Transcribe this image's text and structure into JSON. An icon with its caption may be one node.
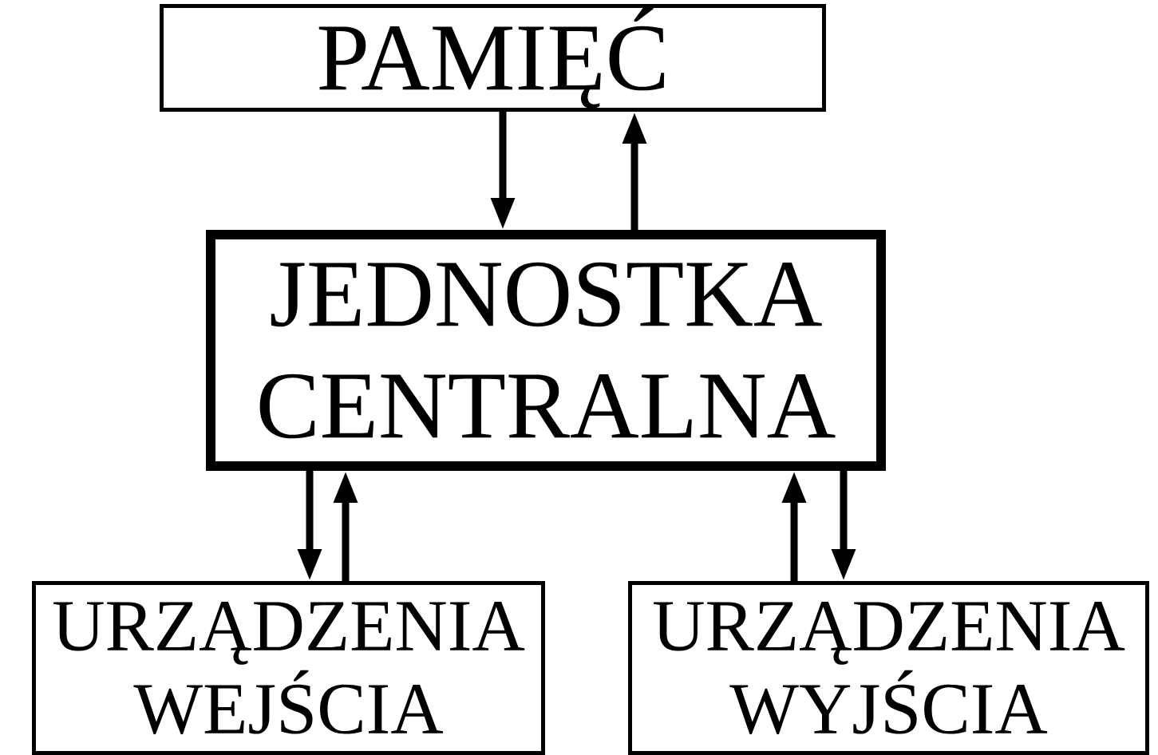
{
  "diagram": {
    "nodes": [
      {
        "text": [
          "PAMIĘĆ"
        ]
      },
      {
        "text": [
          "JEDNOSTKA CENTRALNA"
        ]
      },
      {
        "text": [
          "URZĄDZENIA WEJŚCIA"
        ]
      },
      {
        "text": [
          "URZĄDZENIA WYJŚCIA"
        ]
      }
    ],
    "edges": [
      {
        "from": 0,
        "to": 1,
        "arrow": "to"
      },
      {
        "from": 1,
        "to": 0,
        "arrow": "to"
      },
      {
        "from": 1,
        "to": 2,
        "arrow": "to"
      },
      {
        "from": 2,
        "to": 1,
        "arrow": "to"
      },
      {
        "from": 3,
        "to": 1,
        "arrow": "to"
      },
      {
        "from": 1,
        "to": 3,
        "arrow": "to"
      }
    ]
  }
}
